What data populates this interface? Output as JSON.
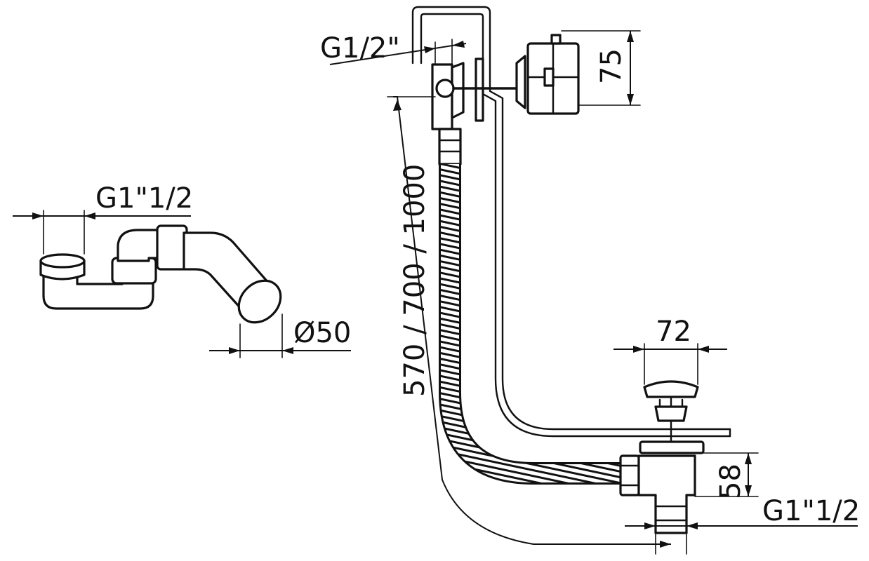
{
  "labels": {
    "trap_thread": "G1\"1/2",
    "trap_outlet_diameter": "Ø50",
    "overflow_thread": "G1/2\"",
    "overflow_height": "75",
    "length_options": "570 / 700 / 1000",
    "waste_width": "72",
    "waste_height": "58",
    "waste_thread": "G1\"1/2"
  }
}
